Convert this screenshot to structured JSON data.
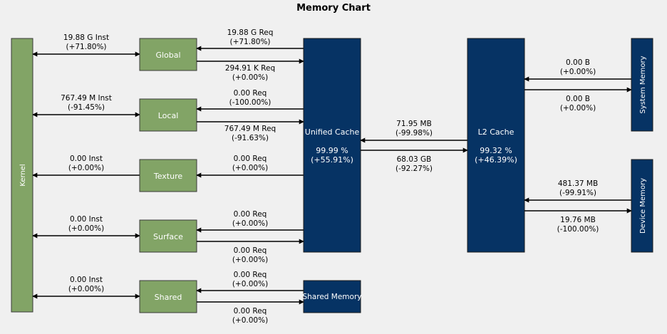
{
  "title": "Memory Chart",
  "colors": {
    "green": "#82a466",
    "blue": "#063364",
    "background": "#f0f0f0"
  },
  "nodes": {
    "kernel": "Kernel",
    "global": "Global",
    "local": "Local",
    "texture": "Texture",
    "surface": "Surface",
    "shared": "Shared",
    "unified_cache": {
      "name": "Unified Cache",
      "pct": "99.99 %",
      "delta": "(+55.91%)"
    },
    "l2_cache": {
      "name": "L2 Cache",
      "pct": "99.32 %",
      "delta": "(+46.39%)"
    },
    "shared_memory": "Shared Memory",
    "system_memory": "System Memory",
    "device_memory": "Device Memory"
  },
  "edges": {
    "kernel_global": {
      "value": "19.88 G Inst",
      "delta": "(+71.80%)"
    },
    "kernel_local": {
      "value": "767.49 M Inst",
      "delta": "(-91.45%)"
    },
    "kernel_texture": {
      "value": "0.00 Inst",
      "delta": "(+0.00%)"
    },
    "kernel_surface": {
      "value": "0.00 Inst",
      "delta": "(+0.00%)"
    },
    "kernel_shared": {
      "value": "0.00 Inst",
      "delta": "(+0.00%)"
    },
    "global_in": {
      "value": "19.88 G Req",
      "delta": "(+71.80%)"
    },
    "global_out": {
      "value": "294.91 K Req",
      "delta": "(+0.00%)"
    },
    "local_in": {
      "value": "0.00 Req",
      "delta": "(-100.00%)"
    },
    "local_out": {
      "value": "767.49 M Req",
      "delta": "(-91.63%)"
    },
    "texture_in": {
      "value": "0.00 Req",
      "delta": "(+0.00%)"
    },
    "surface_in": {
      "value": "0.00 Req",
      "delta": "(+0.00%)"
    },
    "surface_out": {
      "value": "0.00 Req",
      "delta": "(+0.00%)"
    },
    "shared_in": {
      "value": "0.00 Req",
      "delta": "(+0.00%)"
    },
    "shared_out": {
      "value": "0.00 Req",
      "delta": "(+0.00%)"
    },
    "l2_to_unified": {
      "value": "71.95 MB",
      "delta": "(-99.98%)"
    },
    "unified_to_l2": {
      "value": "68.03 GB",
      "delta": "(-92.27%)"
    },
    "sysmem_to_l2": {
      "value": "0.00 B",
      "delta": "(+0.00%)"
    },
    "l2_to_sysmem": {
      "value": "0.00 B",
      "delta": "(+0.00%)"
    },
    "devmem_to_l2": {
      "value": "481.37 MB",
      "delta": "(-99.91%)"
    },
    "l2_to_devmem": {
      "value": "19.76 MB",
      "delta": "(-100.00%)"
    }
  }
}
